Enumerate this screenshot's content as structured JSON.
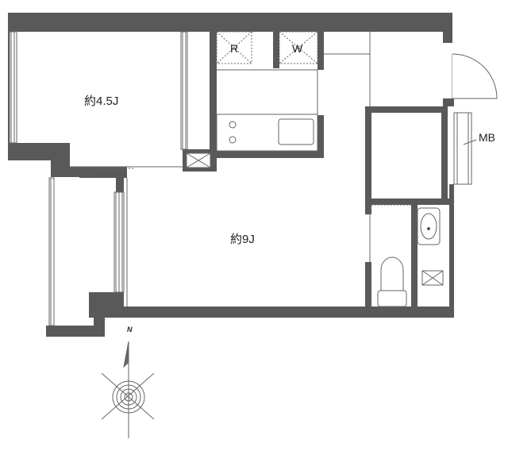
{
  "floorplan": {
    "rooms": {
      "western_room": "約4.5J",
      "main_room": "約9J"
    },
    "fixtures": {
      "refrigerator": "R",
      "washer": "W",
      "meter_box": "MB"
    },
    "compass": {
      "north": "N"
    },
    "colors": {
      "wall": "#595959",
      "line": "#666666",
      "background": "#ffffff"
    }
  }
}
